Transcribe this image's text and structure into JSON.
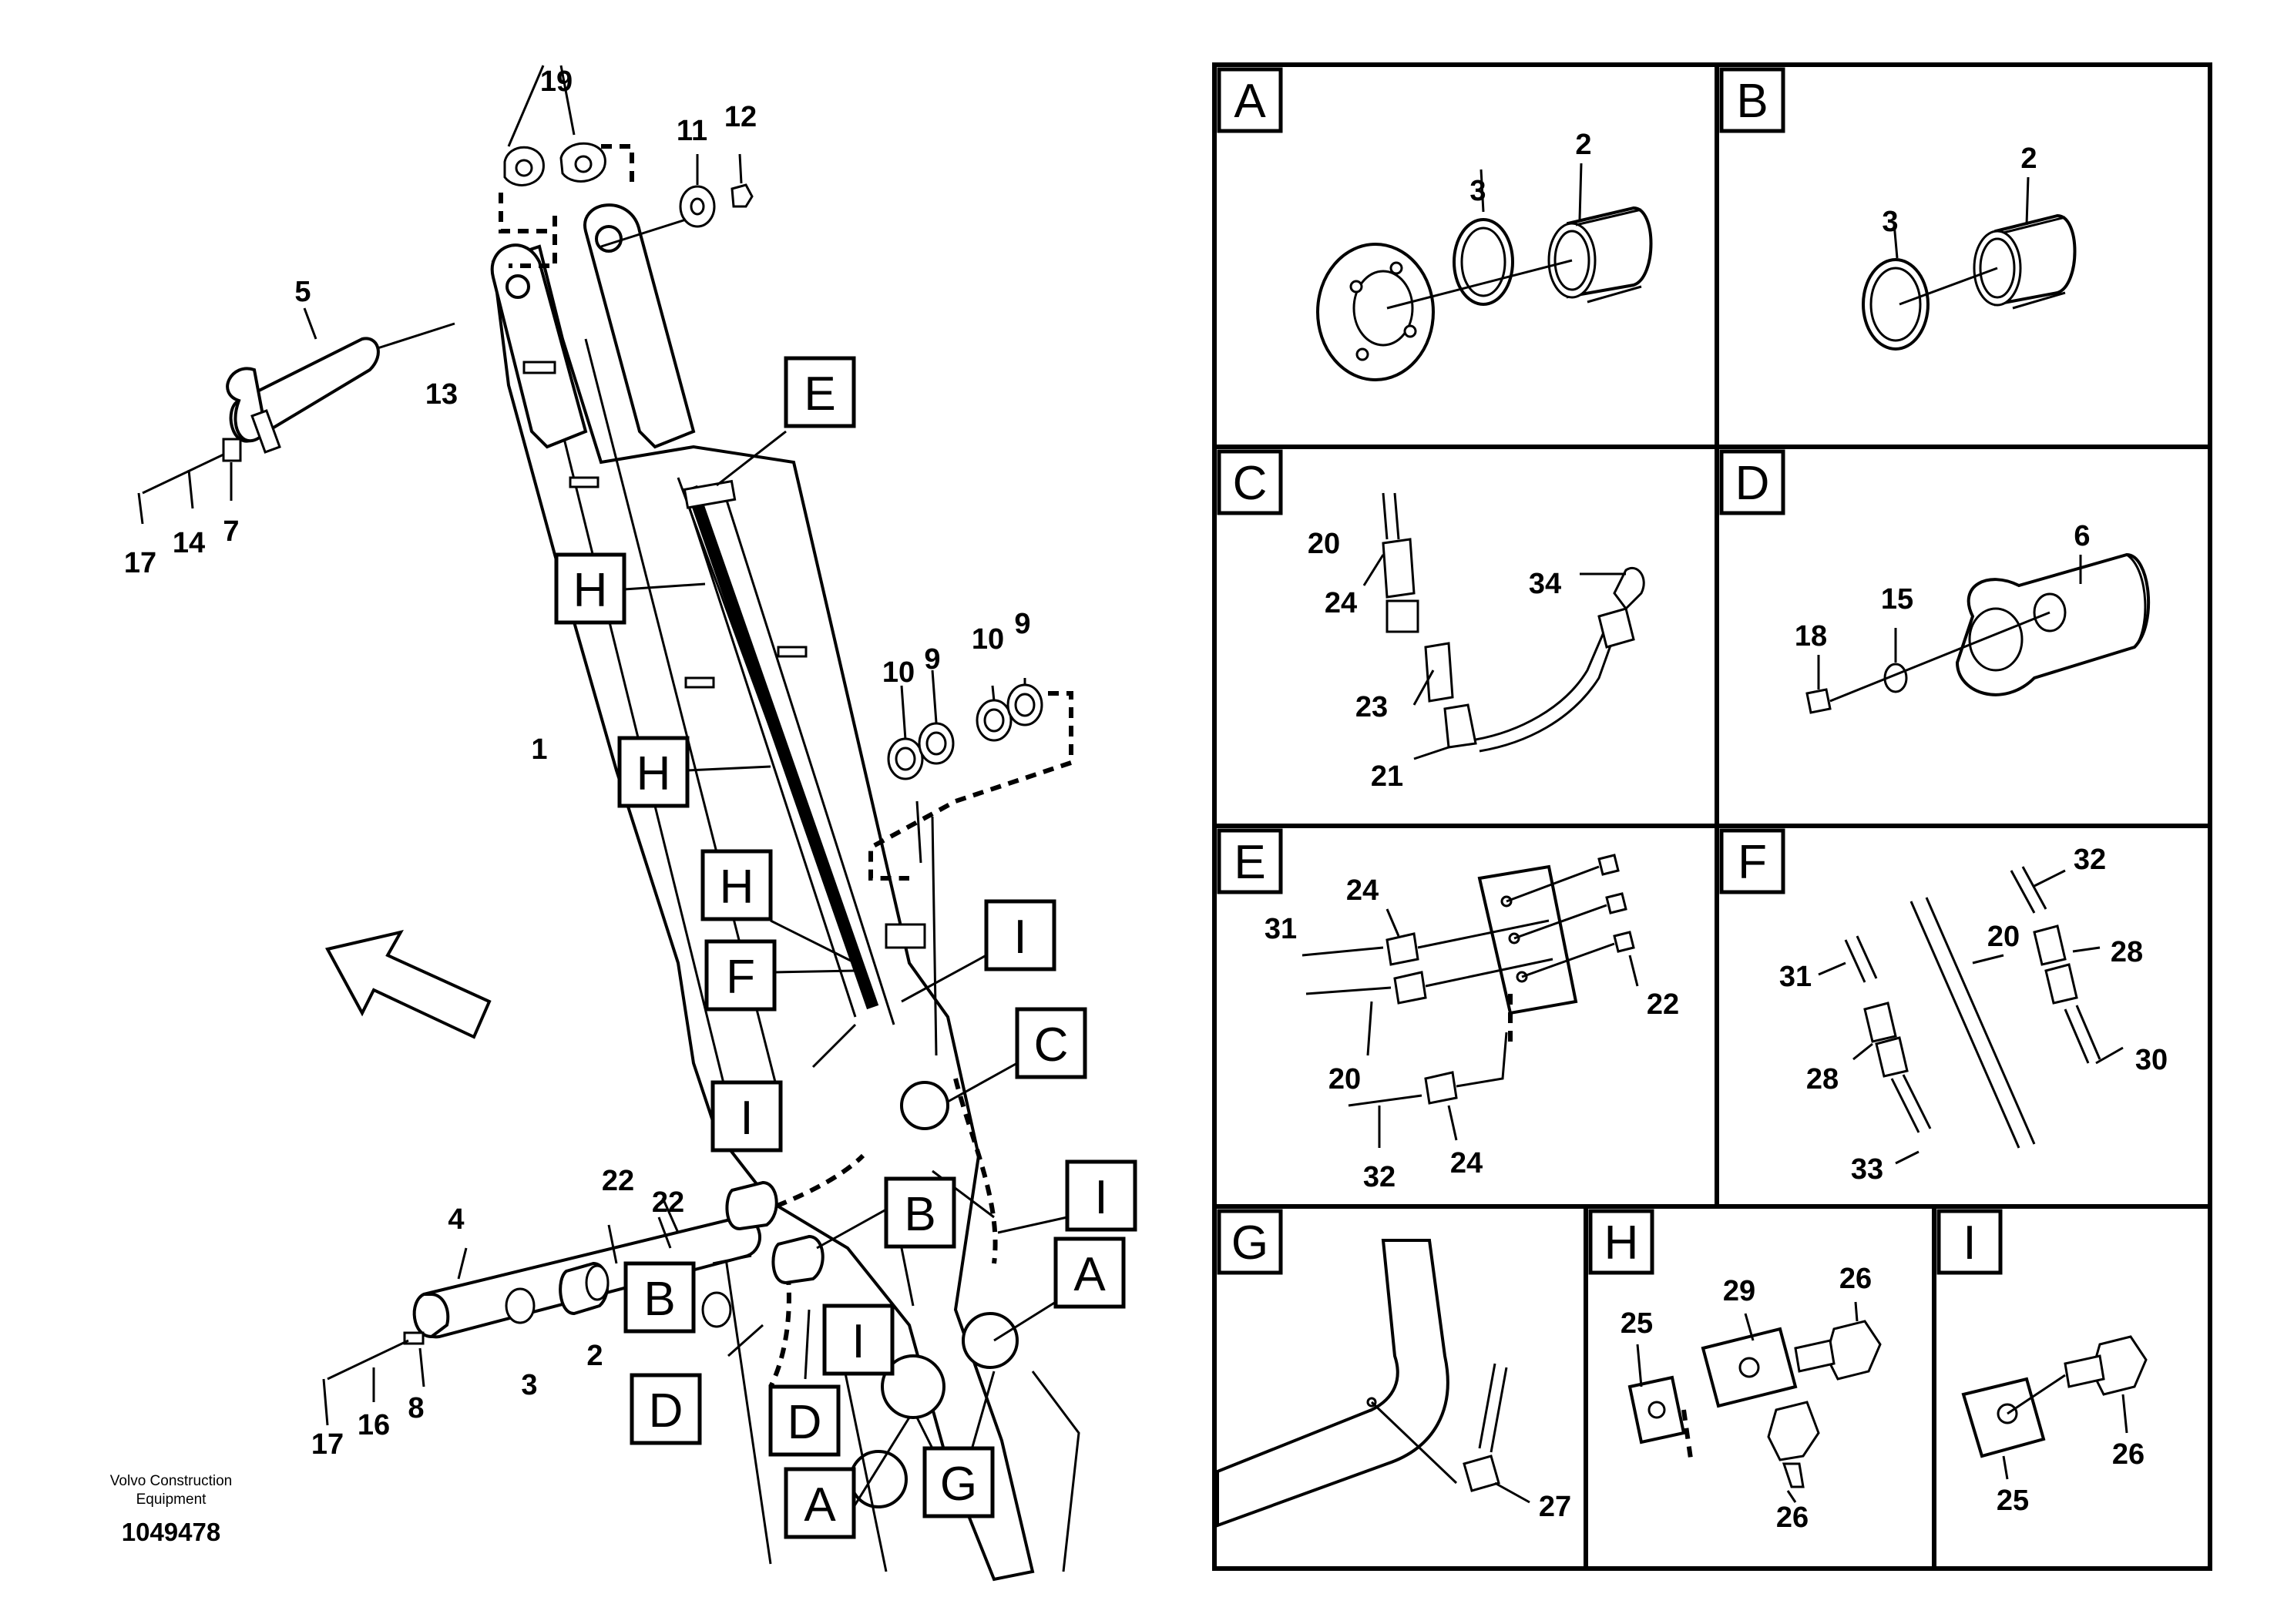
{
  "footer": {
    "brand_line1": "Volvo Construction",
    "brand_line2": "Equipment",
    "drawing_number": "1049478"
  },
  "main_callouts": [
    {
      "id": "m19",
      "text": "19"
    },
    {
      "id": "m11",
      "text": "11"
    },
    {
      "id": "m12",
      "text": "12"
    },
    {
      "id": "m5",
      "text": "5"
    },
    {
      "id": "m13",
      "text": "13"
    },
    {
      "id": "m17a",
      "text": "17"
    },
    {
      "id": "m14",
      "text": "14"
    },
    {
      "id": "m7",
      "text": "7"
    },
    {
      "id": "m1",
      "text": "1"
    },
    {
      "id": "m10a",
      "text": "10"
    },
    {
      "id": "m9a",
      "text": "9"
    },
    {
      "id": "m10b",
      "text": "10"
    },
    {
      "id": "m9b",
      "text": "9"
    },
    {
      "id": "m4",
      "text": "4"
    },
    {
      "id": "m22a",
      "text": "22"
    },
    {
      "id": "m22b",
      "text": "22"
    },
    {
      "id": "m3",
      "text": "3"
    },
    {
      "id": "m2",
      "text": "2"
    },
    {
      "id": "m8",
      "text": "8"
    },
    {
      "id": "m17b",
      "text": "17"
    },
    {
      "id": "m16",
      "text": "16"
    }
  ],
  "main_boxes": [
    {
      "id": "bE",
      "text": "E"
    },
    {
      "id": "bH1",
      "text": "H"
    },
    {
      "id": "bH2",
      "text": "H"
    },
    {
      "id": "bH3",
      "text": "H"
    },
    {
      "id": "bI1",
      "text": "I"
    },
    {
      "id": "bF",
      "text": "F"
    },
    {
      "id": "bC",
      "text": "C"
    },
    {
      "id": "bI2",
      "text": "I"
    },
    {
      "id": "bI3",
      "text": "I"
    },
    {
      "id": "bB1",
      "text": "B"
    },
    {
      "id": "bB2",
      "text": "B"
    },
    {
      "id": "bA1",
      "text": "A"
    },
    {
      "id": "bI4",
      "text": "I"
    },
    {
      "id": "bD1",
      "text": "D"
    },
    {
      "id": "bD2",
      "text": "D"
    },
    {
      "id": "bA2",
      "text": "A"
    },
    {
      "id": "bG",
      "text": "G"
    }
  ],
  "panels": {
    "A": {
      "label": "A",
      "callouts": [
        "3",
        "2"
      ]
    },
    "B": {
      "label": "B",
      "callouts": [
        "3",
        "2"
      ]
    },
    "C": {
      "label": "C",
      "callouts": [
        "20",
        "24",
        "34",
        "23",
        "21"
      ]
    },
    "D": {
      "label": "D",
      "callouts": [
        "6",
        "15",
        "18"
      ]
    },
    "E": {
      "label": "E",
      "callouts": [
        "24",
        "31",
        "22",
        "20",
        "24",
        "32"
      ]
    },
    "F": {
      "label": "F",
      "callouts": [
        "32",
        "31",
        "20",
        "28",
        "28",
        "30",
        "33"
      ]
    },
    "G": {
      "label": "G",
      "callouts": [
        "27"
      ]
    },
    "H": {
      "label": "H",
      "callouts": [
        "26",
        "29",
        "25",
        "26"
      ]
    },
    "I": {
      "label": "I",
      "callouts": [
        "26",
        "25"
      ]
    }
  }
}
